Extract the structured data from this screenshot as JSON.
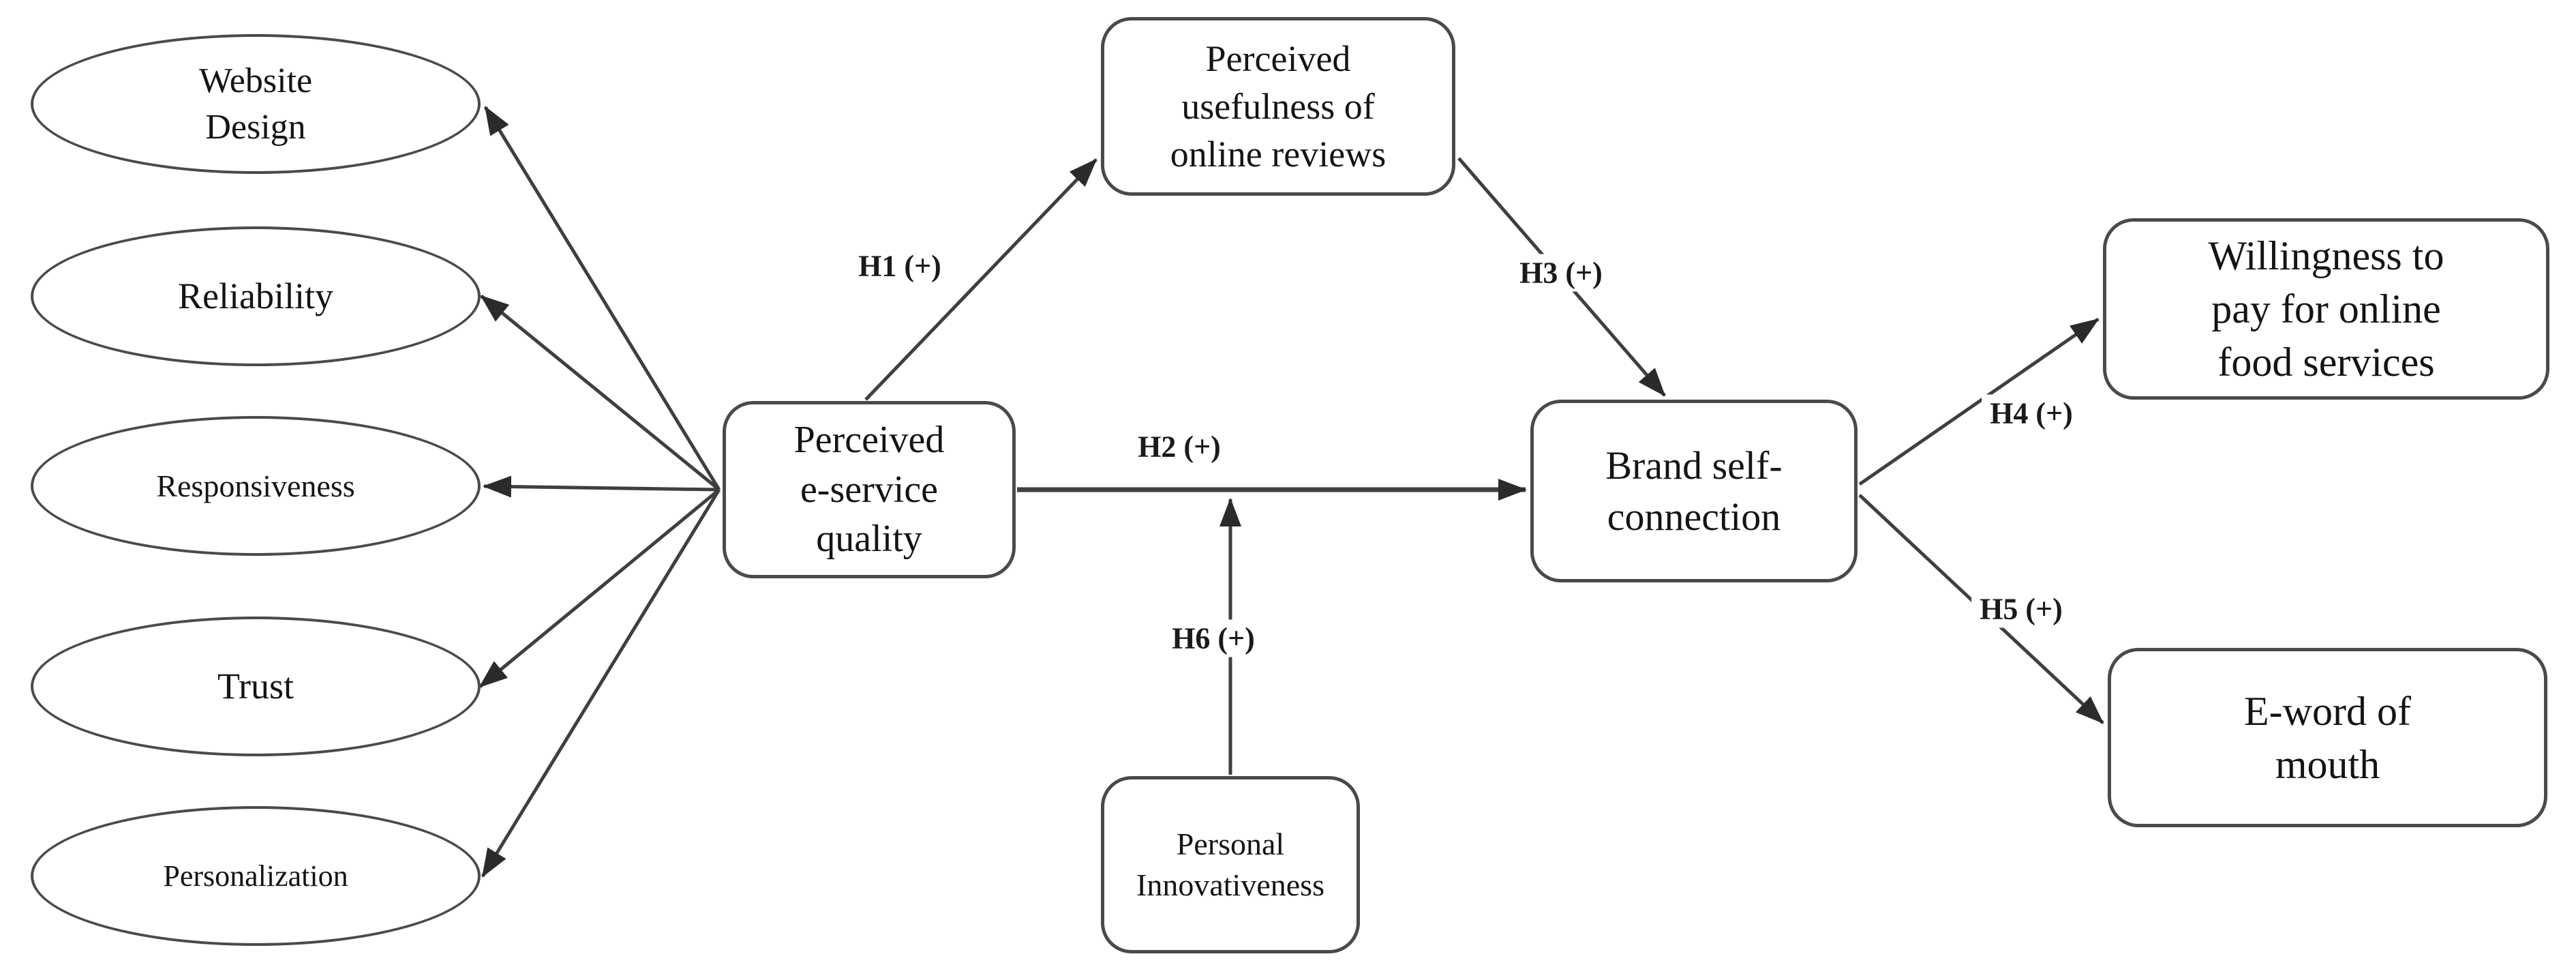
{
  "diagram": {
    "type": "conceptual-research-model",
    "colors": {
      "background": "#ffffff",
      "stroke": "#4a4a4a",
      "line": "#3f3f3f",
      "text": "#141414"
    },
    "nodes": {
      "website_design": {
        "label": "Website\nDesign",
        "shape": "ellipse"
      },
      "reliability": {
        "label": "Reliability",
        "shape": "ellipse"
      },
      "responsiveness": {
        "label": "Responsiveness",
        "shape": "ellipse"
      },
      "trust": {
        "label": "Trust",
        "shape": "ellipse"
      },
      "personalization": {
        "label": "Personalization",
        "shape": "ellipse"
      },
      "perceived_e_service_quality": {
        "label": "Perceived\ne-service\nquality",
        "shape": "rounded-rect"
      },
      "perceived_usefulness": {
        "label": "Perceived\nusefulness of\nonline reviews",
        "shape": "rounded-rect"
      },
      "brand_self_connection": {
        "label": "Brand self-\nconnection",
        "shape": "rounded-rect"
      },
      "personal_innovativeness": {
        "label": "Personal\nInnovativeness",
        "shape": "rounded-rect"
      },
      "willingness_to_pay": {
        "label": "Willingness to\npay for online\nfood services",
        "shape": "rounded-rect"
      },
      "e_word_of_mouth": {
        "label": "E-word of\nmouth",
        "shape": "rounded-rect"
      }
    },
    "hypotheses": {
      "h1": {
        "label": "H1 (+)",
        "from": "perceived_e_service_quality",
        "to": "perceived_usefulness"
      },
      "h2": {
        "label": "H2 (+)",
        "from": "perceived_e_service_quality",
        "to": "brand_self_connection"
      },
      "h3": {
        "label": "H3 (+)",
        "from": "perceived_usefulness",
        "to": "brand_self_connection"
      },
      "h4": {
        "label": "H4 (+)",
        "from": "brand_self_connection",
        "to": "willingness_to_pay"
      },
      "h5": {
        "label": "H5 (+)",
        "from": "brand_self_connection",
        "to": "e_word_of_mouth"
      },
      "h6": {
        "label": "H6 (+)",
        "from": "personal_innovativeness",
        "to": "h2_path",
        "moderation": true
      }
    },
    "indicator_arrows": {
      "from": "perceived_e_service_quality",
      "to": [
        "website_design",
        "reliability",
        "responsiveness",
        "trust",
        "personalization"
      ]
    }
  }
}
